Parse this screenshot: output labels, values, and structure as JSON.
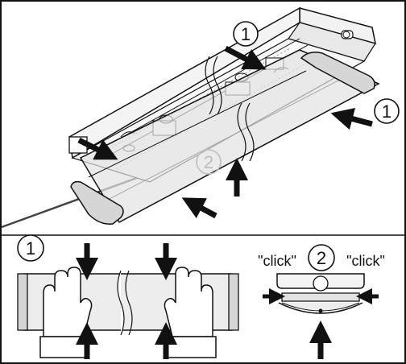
{
  "labels": {
    "step_top_1": "1",
    "step_right_1": "1",
    "step_cover_2": "2",
    "step_bottom_left_1": "1",
    "step_bottom_right_2": "2",
    "click_left": "\"click\"",
    "click_right": "\"click\""
  },
  "colors": {
    "frame": "#111111",
    "housing_fill": "#f2f2f2",
    "diffuser_fill": "#e3e3e3",
    "diffuser_fill_light": "#ededed",
    "end_cap_fill": "#d6d6d6",
    "arrow_fill": "#111111",
    "step_circle_faded": "#bdbdbd"
  }
}
